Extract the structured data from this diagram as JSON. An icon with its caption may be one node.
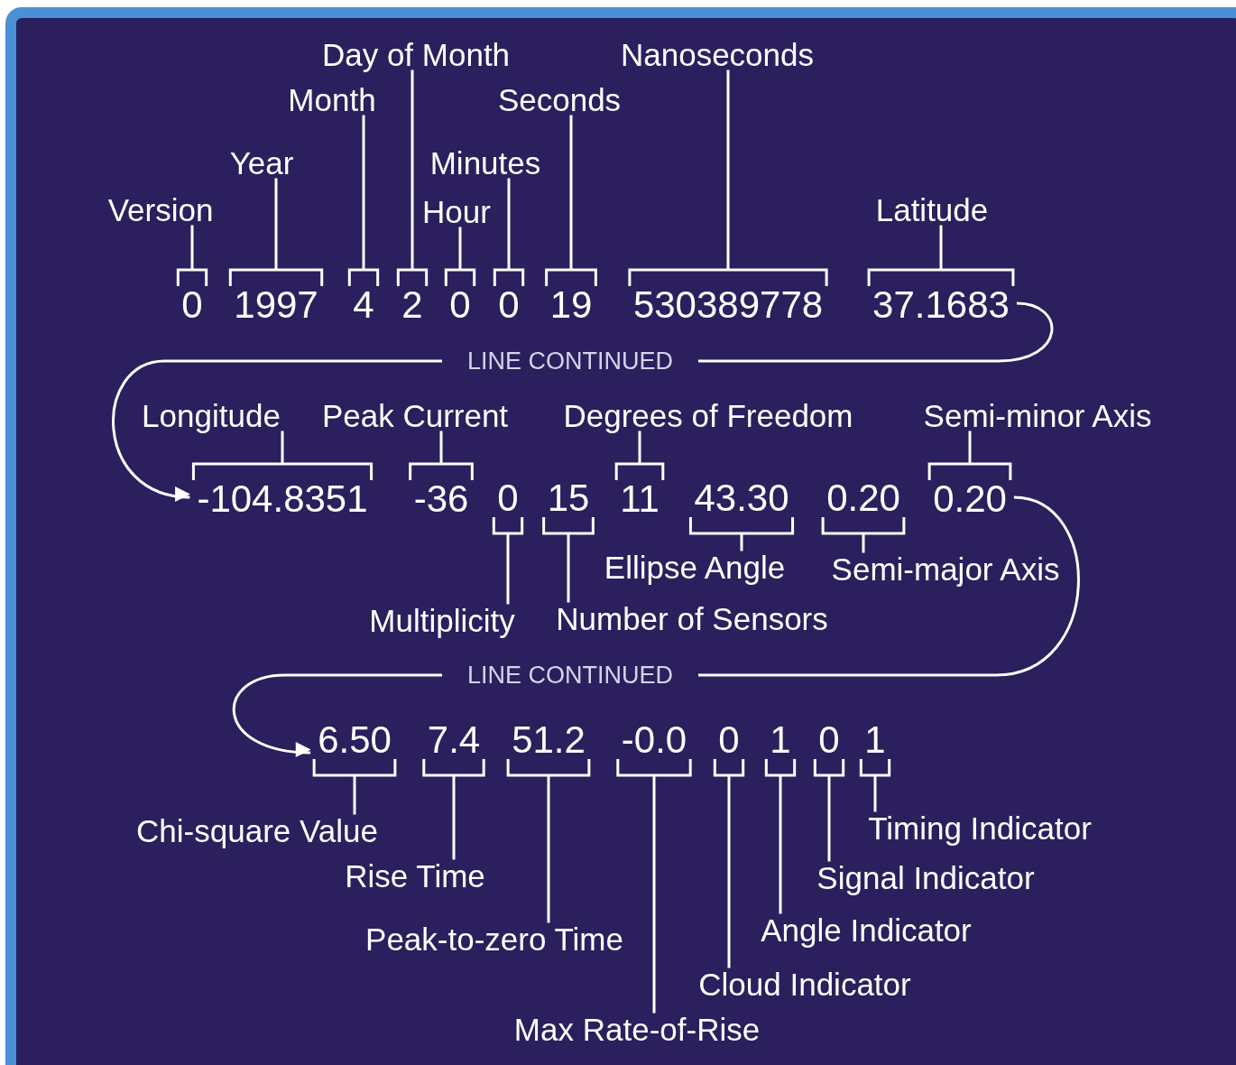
{
  "diagram": {
    "nodes": [
      {
        "text": [
          "Version"
        ]
      },
      {
        "text": [
          "Year"
        ]
      },
      {
        "text": [
          "Month"
        ]
      },
      {
        "text": [
          "Day of Month"
        ]
      },
      {
        "text": [
          "Hour"
        ]
      },
      {
        "text": [
          "Minutes"
        ]
      },
      {
        "text": [
          "Seconds"
        ]
      },
      {
        "text": [
          "Nanoseconds"
        ]
      },
      {
        "text": [
          "Latitude"
        ]
      },
      {
        "text": [
          "0"
        ]
      },
      {
        "text": [
          "1997"
        ]
      },
      {
        "text": [
          "4"
        ]
      },
      {
        "text": [
          "2"
        ]
      },
      {
        "text": [
          "0"
        ]
      },
      {
        "text": [
          "0"
        ]
      },
      {
        "text": [
          "19"
        ]
      },
      {
        "text": [
          "530389778"
        ]
      },
      {
        "text": [
          "37.1683"
        ]
      },
      {
        "text": [
          "Longitude"
        ]
      },
      {
        "text": [
          "Peak Current"
        ]
      },
      {
        "text": [
          "Degrees of Freedom"
        ]
      },
      {
        "text": [
          "Semi-minor Axis"
        ]
      },
      {
        "text": [
          "-104.8351"
        ]
      },
      {
        "text": [
          "-36"
        ]
      },
      {
        "text": [
          "0"
        ]
      },
      {
        "text": [
          "15"
        ]
      },
      {
        "text": [
          "11"
        ]
      },
      {
        "text": [
          "43.30"
        ]
      },
      {
        "text": [
          "0.20"
        ]
      },
      {
        "text": [
          "0.20"
        ]
      },
      {
        "text": [
          "Ellipse Angle"
        ]
      },
      {
        "text": [
          "Semi-major Axis"
        ]
      },
      {
        "text": [
          "Multiplicity"
        ]
      },
      {
        "text": [
          "Number of Sensors"
        ]
      },
      {
        "text": [
          "6.50"
        ]
      },
      {
        "text": [
          "7.4"
        ]
      },
      {
        "text": [
          "51.2"
        ]
      },
      {
        "text": [
          "-0.0"
        ]
      },
      {
        "text": [
          "0"
        ]
      },
      {
        "text": [
          "1"
        ]
      },
      {
        "text": [
          "0"
        ]
      },
      {
        "text": [
          "1"
        ]
      },
      {
        "text": [
          "Chi-square Value"
        ]
      },
      {
        "text": [
          "Rise Time"
        ]
      },
      {
        "text": [
          "Peak-to-zero Time"
        ]
      },
      {
        "text": [
          "Max Rate-of-Rise"
        ]
      },
      {
        "text": [
          "Cloud Indicator"
        ]
      },
      {
        "text": [
          "Angle Indicator"
        ]
      },
      {
        "text": [
          "Signal Indicator"
        ]
      },
      {
        "text": [
          "Timing Indicator"
        ]
      }
    ],
    "edges": [
      {
        "from": 0,
        "to": 9,
        "arrow": "none"
      },
      {
        "from": 1,
        "to": 10,
        "arrow": "none"
      },
      {
        "from": 2,
        "to": 11,
        "arrow": "none"
      },
      {
        "from": 3,
        "to": 12,
        "arrow": "none"
      },
      {
        "from": 4,
        "to": 13,
        "arrow": "none"
      },
      {
        "from": 5,
        "to": 14,
        "arrow": "none"
      },
      {
        "from": 6,
        "to": 15,
        "arrow": "none"
      },
      {
        "from": 7,
        "to": 16,
        "arrow": "none"
      },
      {
        "from": 8,
        "to": 17,
        "arrow": "none"
      },
      {
        "from": 17,
        "to": 22,
        "arrow": "to",
        "label": "LINE CONTINUED"
      },
      {
        "from": 18,
        "to": 22,
        "arrow": "none"
      },
      {
        "from": 19,
        "to": 23,
        "arrow": "none"
      },
      {
        "from": 20,
        "to": 26,
        "arrow": "none"
      },
      {
        "from": 21,
        "to": 29,
        "arrow": "none"
      },
      {
        "from": 30,
        "to": 27,
        "arrow": "none"
      },
      {
        "from": 31,
        "to": 28,
        "arrow": "none"
      },
      {
        "from": 32,
        "to": 24,
        "arrow": "none"
      },
      {
        "from": 33,
        "to": 25,
        "arrow": "none"
      },
      {
        "from": 29,
        "to": 34,
        "arrow": "to",
        "label": "LINE CONTINUED"
      },
      {
        "from": 42,
        "to": 34,
        "arrow": "none"
      },
      {
        "from": 43,
        "to": 35,
        "arrow": "none"
      },
      {
        "from": 44,
        "to": 36,
        "arrow": "none"
      },
      {
        "from": 45,
        "to": 37,
        "arrow": "none"
      },
      {
        "from": 46,
        "to": 38,
        "arrow": "none"
      },
      {
        "from": 47,
        "to": 39,
        "arrow": "none"
      },
      {
        "from": 48,
        "to": 40,
        "arrow": "none"
      },
      {
        "from": 49,
        "to": 41,
        "arrow": "none"
      }
    ]
  }
}
